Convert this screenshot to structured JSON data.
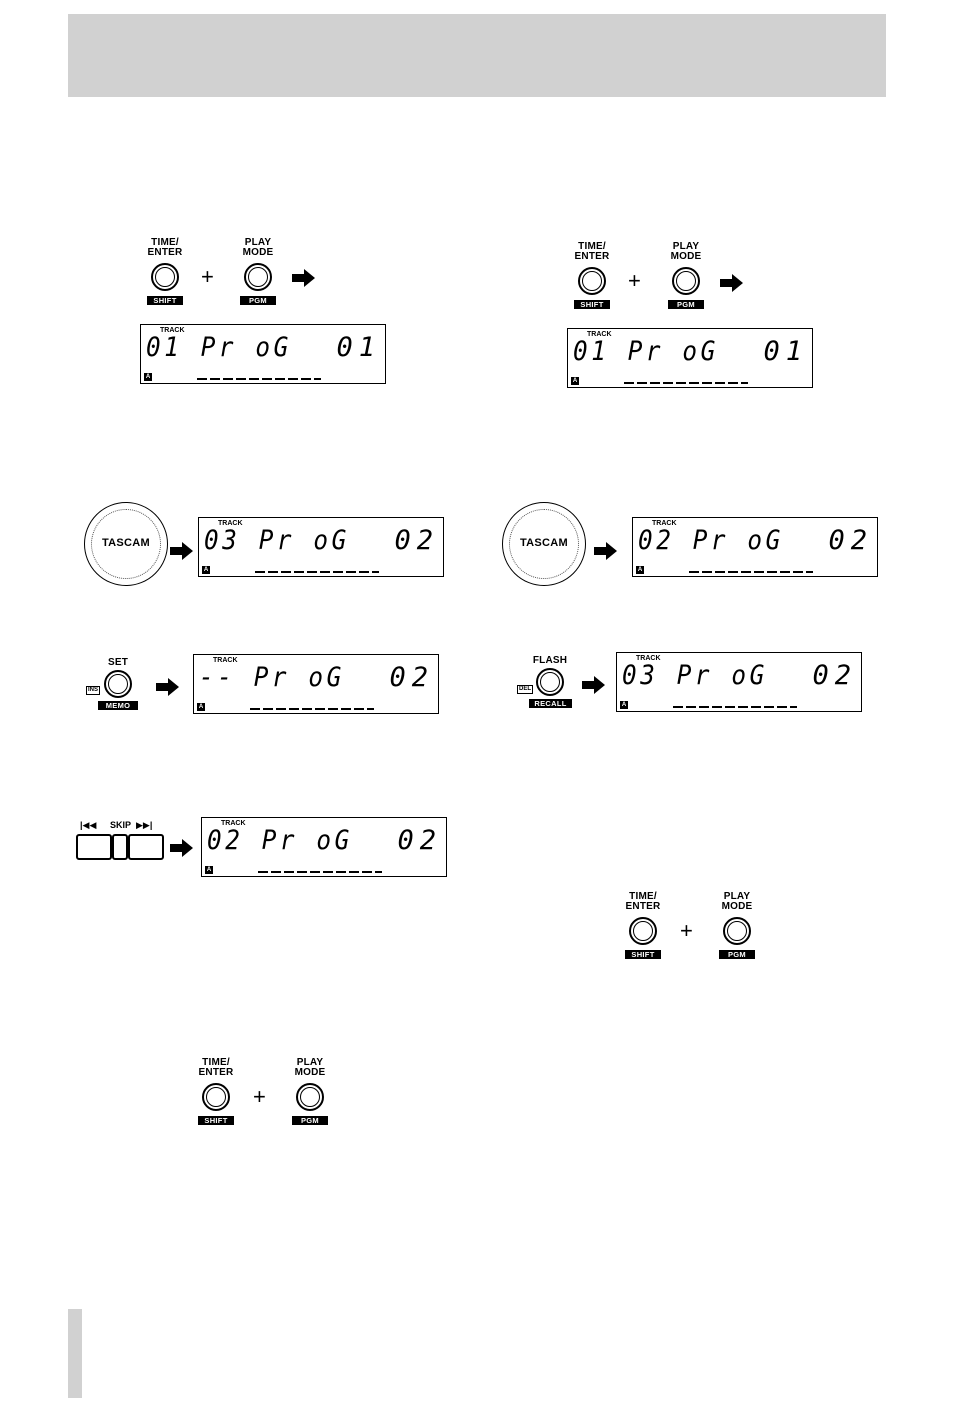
{
  "buttons": {
    "time_enter": "TIME/\nENTER",
    "shift": "SHIFT",
    "play_mode": "PLAY\nMODE",
    "pgm": "PGM",
    "plus": "+",
    "set": "SET",
    "ins": "INS",
    "memo": "MEMO",
    "flash": "FLASH",
    "del": "DEL",
    "recall": "RECALL",
    "skip": "SKIP",
    "skip_prev_icon": "|◀◀",
    "skip_next_icon": "▶▶|"
  },
  "wheel": {
    "brand": "TASCAM"
  },
  "lcd": {
    "track_label": "TRACK",
    "a_label": "A",
    "d1": {
      "main": "01 Pr oG",
      "num": "01"
    },
    "d2": {
      "main": "01 Pr oG",
      "num": "01"
    },
    "d3": {
      "main": "03 Pr oG",
      "num": "02"
    },
    "d4": {
      "main": "02 Pr oG",
      "num": "02"
    },
    "d5": {
      "main": "-- Pr oG",
      "num": "02"
    },
    "d6": {
      "main": "03 Pr oG",
      "num": "02"
    },
    "d7": {
      "main": "02 Pr oG",
      "num": "02"
    }
  }
}
